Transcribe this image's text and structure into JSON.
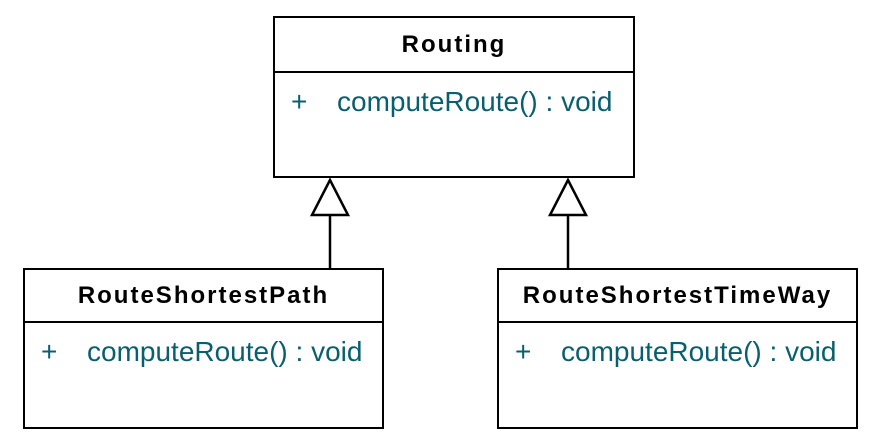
{
  "uml": {
    "diagram_type": "class-diagram",
    "colors": {
      "page_background": "#ffffff",
      "class_background": "#ffffff",
      "border": "#000000",
      "title_text": "#000000",
      "member_text": "#0a5f6e"
    },
    "classes": [
      {
        "name": "Routing",
        "methods": [
          {
            "visibility": "+",
            "signature": "computeRoute() : void"
          }
        ]
      },
      {
        "name": "RouteShortestPath",
        "methods": [
          {
            "visibility": "+",
            "signature": "computeRoute() : void"
          }
        ]
      },
      {
        "name": "RouteShortestTimeWay",
        "methods": [
          {
            "visibility": "+",
            "signature": "computeRoute() : void"
          }
        ]
      }
    ],
    "relations": [
      {
        "type": "generalization",
        "from": "RouteShortestPath",
        "to": "Routing"
      },
      {
        "type": "generalization",
        "from": "RouteShortestTimeWay",
        "to": "Routing"
      }
    ]
  }
}
